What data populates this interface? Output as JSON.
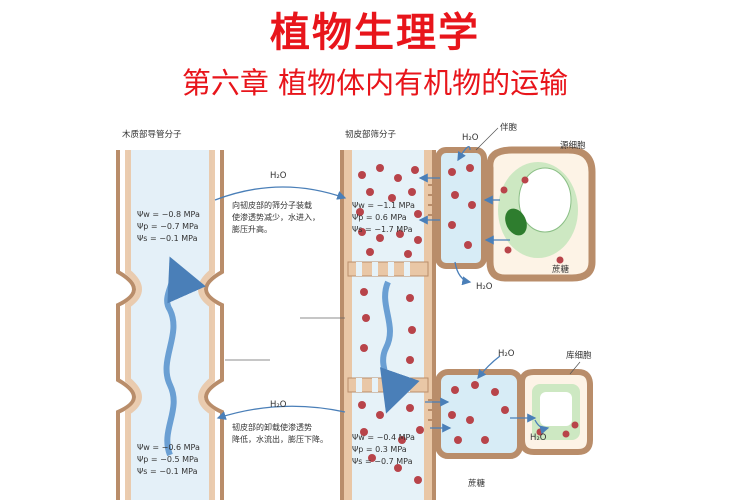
{
  "header": {
    "title": "植物生理学",
    "subtitle": "第六章 植物体内有机物的运输"
  },
  "diagram": {
    "xylem_label": "木质部导管分子",
    "phloem_label": "韧皮部筛分子",
    "companion_cell_label": "伴胞",
    "source_cell_label": "源细胞",
    "sink_cell_label": "库细胞",
    "sucrose_label_top": "蔗糖",
    "sucrose_label_bottom": "蔗糖",
    "water_labels": [
      "H₂O",
      "H₂O",
      "H₂O",
      "H₂O",
      "H₂O",
      "H₂O"
    ],
    "note_loading": [
      "向韧皮部的筛分子装载",
      "使渗透势减少，水进入，",
      "膨压升高。"
    ],
    "note_unloading": [
      "韧皮部的卸载使渗透势",
      "降低，水流出，膨压下降。"
    ],
    "xylem_top_values": [
      "Ψw = −0.8 MPa",
      "Ψp = −0.7 MPa",
      "Ψs = −0.1 MPa"
    ],
    "xylem_bottom_values": [
      "Ψw = −0.6 MPa",
      "Ψp = −0.5 MPa",
      "Ψs = −0.1 MPa"
    ],
    "phloem_top_values": [
      "Ψw = −1.1 MPa",
      "Ψp = 0.6 MPa",
      "Ψs = −1.7 MPa"
    ],
    "phloem_bottom_values": [
      "Ψw = −0.4 MPa",
      "Ψp = 0.3 MPa",
      "Ψs = −0.7 MPa"
    ],
    "colors": {
      "title": "#e8151b",
      "cell_wall": "#e9c7a6",
      "cell_wall_stroke": "#b98d6a",
      "xylem_fill": "#e4f0f8",
      "phloem_fill": "#e6f2f8",
      "sucrose": "#b8444a",
      "arrow": "#4a7fb8",
      "chloroplast": "#cde8c2"
    }
  }
}
